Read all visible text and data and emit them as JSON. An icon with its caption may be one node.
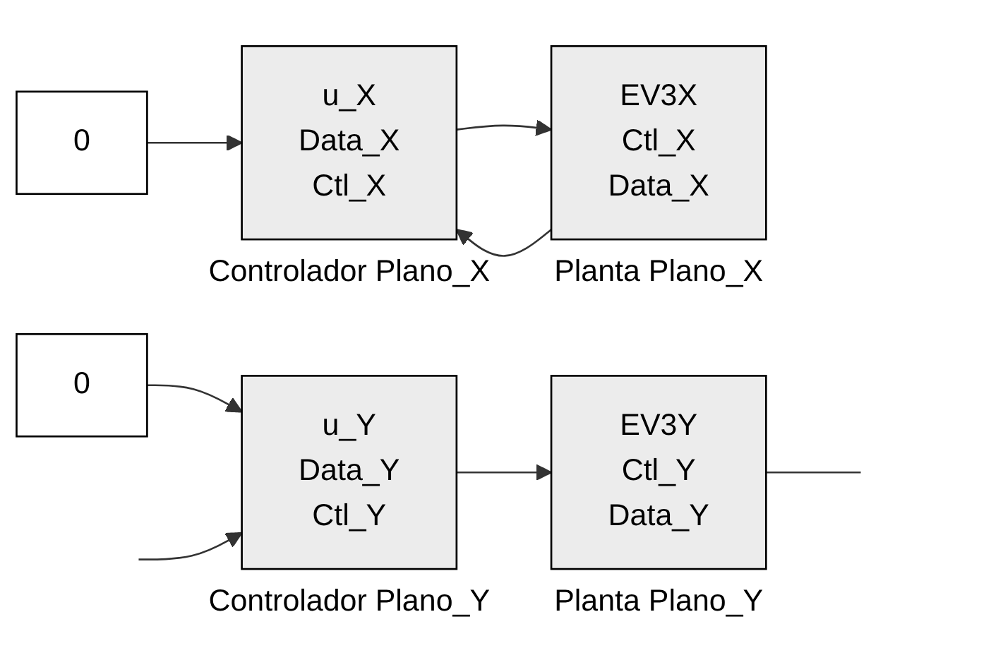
{
  "diagram": {
    "nodes": [
      {
        "text": [
          "0"
        ]
      },
      {
        "text": [
          "u_X",
          "Data_X",
          "Ctl_X"
        ],
        "beside": [
          "Controlador Plano_X"
        ]
      },
      {
        "text": [
          "EV3X",
          "Ctl_X",
          "Data_X"
        ],
        "beside": [
          "Planta Plano_X"
        ]
      },
      {
        "text": [
          "0"
        ]
      },
      {
        "text": [
          "u_Y",
          "Data_Y",
          "Ctl_Y"
        ],
        "beside": [
          "Controlador Plano_Y"
        ]
      },
      {
        "text": [
          "EV3Y",
          "Ctl_Y",
          "Data_Y"
        ],
        "beside": [
          "Planta Plano_Y"
        ]
      }
    ],
    "edges": [
      {
        "from": 0,
        "to": 1,
        "arrow": "to"
      },
      {
        "from": 1,
        "to": 2,
        "arrow": "to"
      },
      {
        "from": 2,
        "to": 1,
        "arrow": "to"
      },
      {
        "from": 3,
        "to": 4,
        "arrow": "to"
      },
      {
        "from": 4,
        "to": 5,
        "arrow": "to"
      },
      {
        "from": 5,
        "to": null,
        "arrow": "none"
      },
      {
        "from": null,
        "to": 4,
        "arrow": "to"
      }
    ]
  }
}
